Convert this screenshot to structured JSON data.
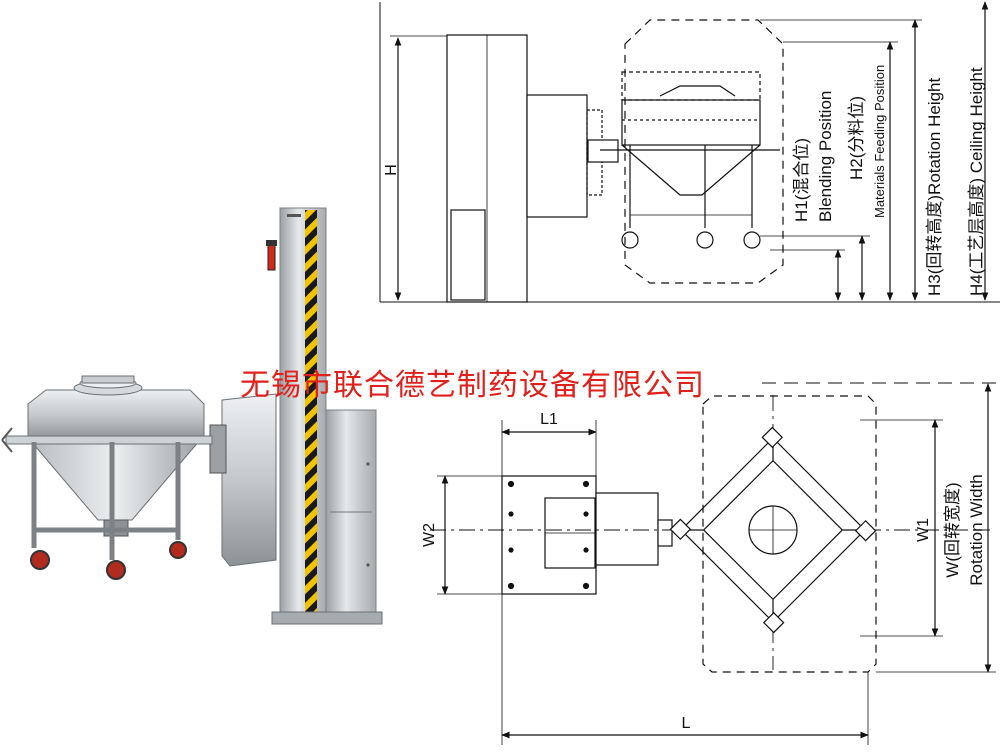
{
  "watermark": "无锡市联合德艺制药设备有限公司",
  "side_view": {
    "h_label": "H",
    "h1_cn": "H1(混合位)",
    "h1_en": "Blending Position",
    "h2_cn": "H2(分料位)",
    "h2_en": "Materials Feeding Position",
    "h3": "H3(回转高度)Rotation Height",
    "h4": "H4(工艺层高度) Ceiling Height"
  },
  "top_view": {
    "l1": "L1",
    "l": "L",
    "w2": "W2",
    "w1": "W1",
    "w_cn": "W(回转宽度)",
    "w_en": "Rotation Width"
  },
  "colors": {
    "watermark": "#e0201b",
    "hazard_yellow": "#f2c400",
    "steel": "#c9ccd0"
  }
}
